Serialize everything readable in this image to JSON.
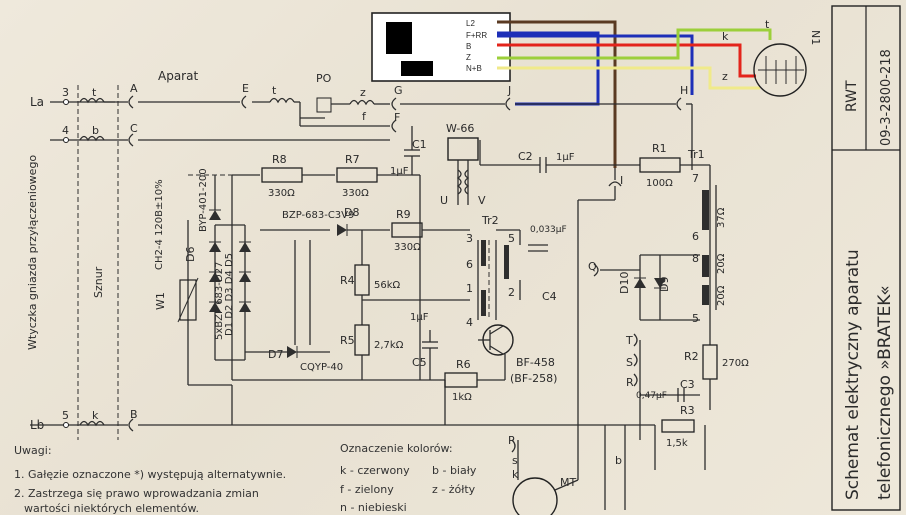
{
  "title_block": {
    "code_label": "RWT",
    "code_number": "09-3-2800-218",
    "title_line1": "Schemat elektryczny aparatu",
    "title_line2": "telefonicznego »BRATEK«"
  },
  "connector": {
    "pins": [
      "L2",
      "F+RR",
      "B",
      "Z",
      "N+B"
    ]
  },
  "wire_colors": {
    "brown": "#5a3a22",
    "blue": "#1d2fb8",
    "red": "#e3241b",
    "green": "#9ccf3a",
    "yellow": "#f0ea8a"
  },
  "sections": {
    "aparat": "Aparat",
    "sznur": "Sznur",
    "socket": "Wtyczka gniazda przyłączeniowego"
  },
  "terminals": {
    "La": "La",
    "Lb": "Lb",
    "n3": "3",
    "n4": "4",
    "n5": "5",
    "t1": "t",
    "b1": "b",
    "k1": "k",
    "A": "A",
    "C": "C",
    "B": "B",
    "E": "E",
    "t2": "t",
    "PO": "PO",
    "z": "z",
    "G": "G",
    "F": "F",
    "f": "f",
    "J": "J",
    "H": "H",
    "I": "I",
    "Q": "Q",
    "T": "T",
    "S": "S",
    "R": "R",
    "P": "P",
    "s": "s",
    "k2": "k",
    "b2": "b",
    "MT": "MT",
    "N1": "N1",
    "t3": "t",
    "k3": "k",
    "z2": "z"
  },
  "components": {
    "C1": "C1",
    "C1v": "1µF",
    "C2": "C2",
    "C2v": "1µF",
    "R1": "R1",
    "R1v": "100Ω",
    "R7": "R7",
    "R7v": "330Ω",
    "R8": "R8",
    "R8v": "330Ω",
    "R9": "R9",
    "R9v": "330Ω",
    "R4": "R4",
    "R4v": "56kΩ",
    "R5": "R5",
    "R5v": "2,7kΩ",
    "R6": "R6",
    "R6v": "1kΩ",
    "R2": "R2",
    "R2v": "270Ω",
    "R3": "R3",
    "R3v": "1,5k",
    "C3": "C3",
    "C3v": "0,47µF",
    "C4": "C4",
    "C4v": "0,033µF",
    "C5": "C5",
    "C5v": "1µF",
    "W66": "W-66",
    "U": "U",
    "V": "V",
    "Tr1": "Tr1",
    "Tr2": "Tr2",
    "D8": "D8",
    "D8type": "BZP-683-C3V9",
    "D7": "D7",
    "D7type": "CQYP-40",
    "D6": "D6",
    "D6type": "BYP-401-200",
    "D15": "D1 D2 D3 D4 D5",
    "D15type": "5xBZP 683-D27",
    "W1": "W1",
    "W1type": "CH2-4 120B±10%",
    "D9": "D9",
    "D10": "D10",
    "BF": "BF-458",
    "BF2": "(BF-258)",
    "tr1_37": "37Ω",
    "tr1_20a": "20Ω",
    "tr1_20b": "20Ω",
    "pin7": "7",
    "pin8": "8",
    "pin6": "6",
    "pin5": "5",
    "tr2_3": "3",
    "tr2_5": "5",
    "tr2_6": "6",
    "tr2_1": "1",
    "tr2_4": "4",
    "tr2_2": "2"
  },
  "notes": {
    "heading": "Uwagi:",
    "items": [
      "1. Gałęzie oznaczone *) występują alternatywnie.",
      "2. Zastrzega się prawo wprowadzania zmian",
      "wartości niektórych elementów."
    ]
  },
  "color_legend": {
    "heading": "Oznaczenie kolorów:",
    "items": [
      "k - czerwony",
      "b - biały",
      "f - zielony",
      "z - żółty",
      "n - niebieski"
    ]
  }
}
